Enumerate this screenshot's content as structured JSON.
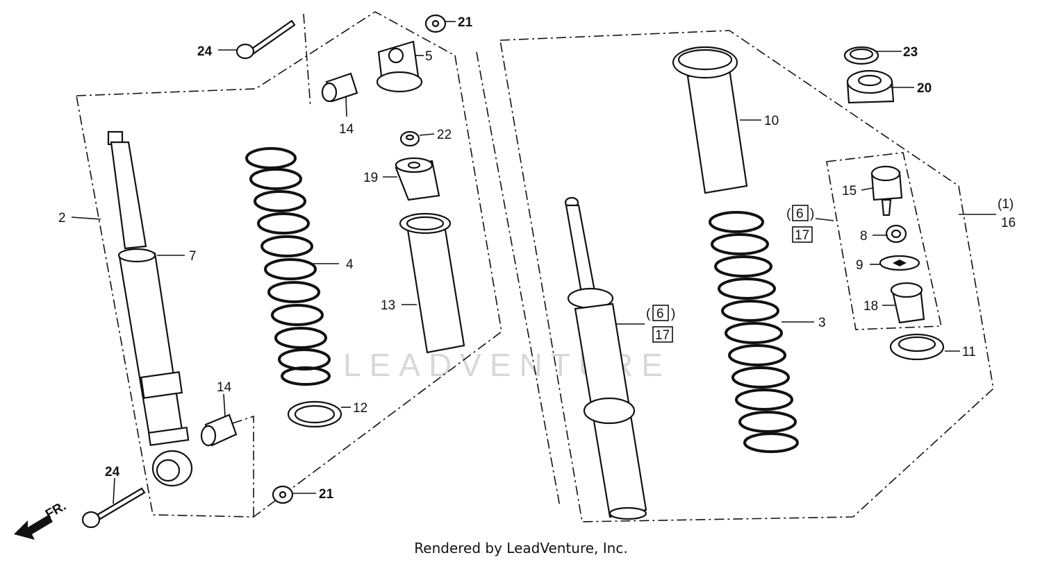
{
  "watermark": "LEADVENTURE",
  "footer": "Rendered by LeadVenture, Inc.",
  "direction_label": "FR.",
  "callouts": {
    "c1": "24",
    "c2": "21",
    "c3": "5",
    "c4": "14",
    "c5": "22",
    "c6": "19",
    "c7": "2",
    "c8": "7",
    "c9": "4",
    "c10": "13",
    "c11": "14",
    "c12": "12",
    "c13": "24",
    "c14": "21",
    "c15": "23",
    "c16": "20",
    "c17": "10",
    "c18": "15",
    "c19": "(1)",
    "c20": "16",
    "c21": "8",
    "c22": "9",
    "c23": "18",
    "c24": "3",
    "c25": "11"
  },
  "boxed_refs": {
    "a_open": "(",
    "a_box": "6",
    "a_close": ")",
    "a_box2": "17",
    "b_open": "(",
    "b_box": "6",
    "b_close": ")",
    "b_box2": "17"
  }
}
